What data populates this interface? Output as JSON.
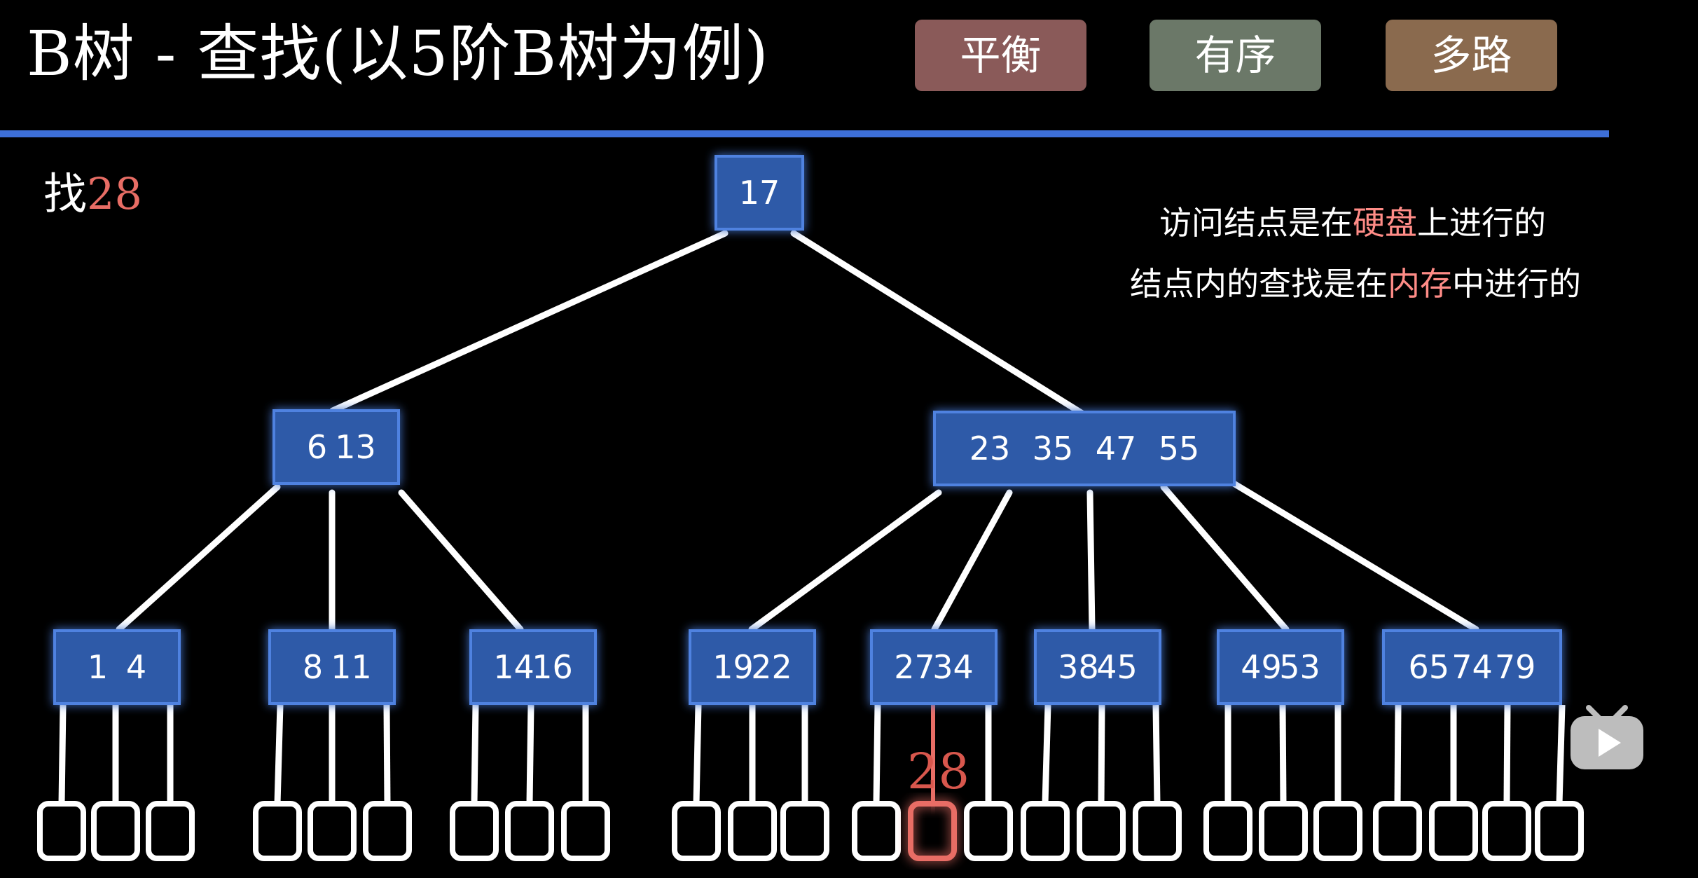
{
  "header": {
    "title": "B树 - 查找(以5阶B树为例)",
    "tags": [
      "平衡",
      "有序",
      "多路"
    ],
    "top_cut_text": "…"
  },
  "search": {
    "prefix": "找",
    "key": "28",
    "key_marker": "28"
  },
  "notes": {
    "line1": {
      "before": "访问结点是在",
      "highlight": "硬盘",
      "after": "上进行的"
    },
    "line2": {
      "before": "结点内的查找是在",
      "highlight": "内存",
      "after": "中进行的"
    }
  },
  "tree": {
    "root": [
      "17"
    ],
    "level1": [
      [
        "6",
        "13"
      ],
      [
        "23",
        "35",
        "47",
        "55"
      ]
    ],
    "level2": [
      [
        "1",
        "4"
      ],
      [
        "8",
        "11"
      ],
      [
        "14",
        "16"
      ],
      [
        "19",
        "22"
      ],
      [
        "27",
        "34"
      ],
      [
        "38",
        "45"
      ],
      [
        "49",
        "53"
      ],
      [
        "65",
        "74",
        "79"
      ]
    ]
  },
  "colors": {
    "background": "#000000",
    "divider": "#3d6fd8",
    "node_fill": "#2f5aa8",
    "highlight": "#e86d65",
    "edge": "#ffffff"
  },
  "footer": {
    "cut_text": "…"
  }
}
